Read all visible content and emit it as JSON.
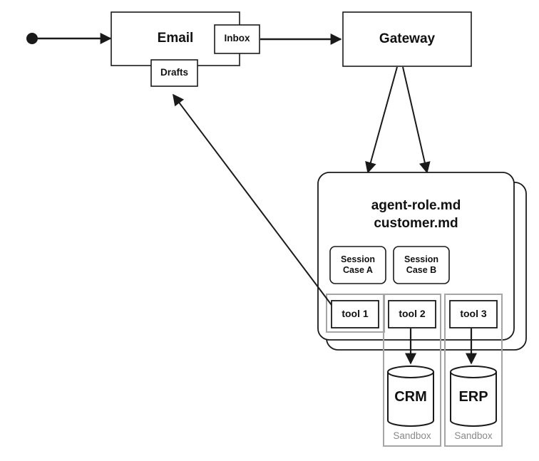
{
  "email": {
    "title": "Email",
    "inbox": "Inbox",
    "drafts": "Drafts"
  },
  "gateway": {
    "title": "Gateway"
  },
  "agent": {
    "file1": "agent-role.md",
    "file2": "customer.md",
    "sessions": [
      {
        "line1": "Session",
        "line2": "Case A"
      },
      {
        "line1": "Session",
        "line2": "Case B"
      }
    ],
    "tools": [
      "tool 1",
      "tool 2",
      "tool 3"
    ]
  },
  "databases": [
    {
      "name": "CRM",
      "sandbox": "Sandbox"
    },
    {
      "name": "ERP",
      "sandbox": "Sandbox"
    }
  ]
}
